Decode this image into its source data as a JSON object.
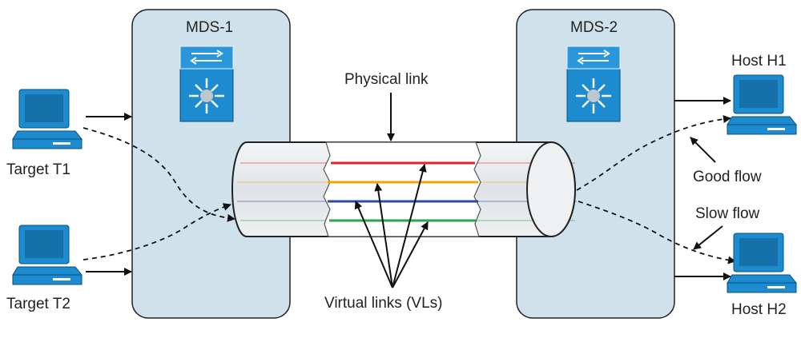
{
  "switches": [
    {
      "label": "MDS-1"
    },
    {
      "label": "MDS-2"
    }
  ],
  "targets": [
    {
      "label": "Target T1"
    },
    {
      "label": "Target T2"
    }
  ],
  "hosts": [
    {
      "label": "Host H1"
    },
    {
      "label": "Host H2"
    }
  ],
  "labels": {
    "physical_link": "Physical link",
    "virtual_links": "Virtual links (VLs)",
    "good_flow": "Good flow",
    "slow_flow": "Slow flow"
  },
  "virtual_links": [
    {
      "color": "#e0242b"
    },
    {
      "color": "#f5a300"
    },
    {
      "color": "#2f4aa3"
    },
    {
      "color": "#2aa44a"
    }
  ],
  "colors": {
    "switch_box": "#cfe2ec",
    "device_blue": "#1d8bd0",
    "pipe": "#e9ecef",
    "text": "#222222"
  }
}
